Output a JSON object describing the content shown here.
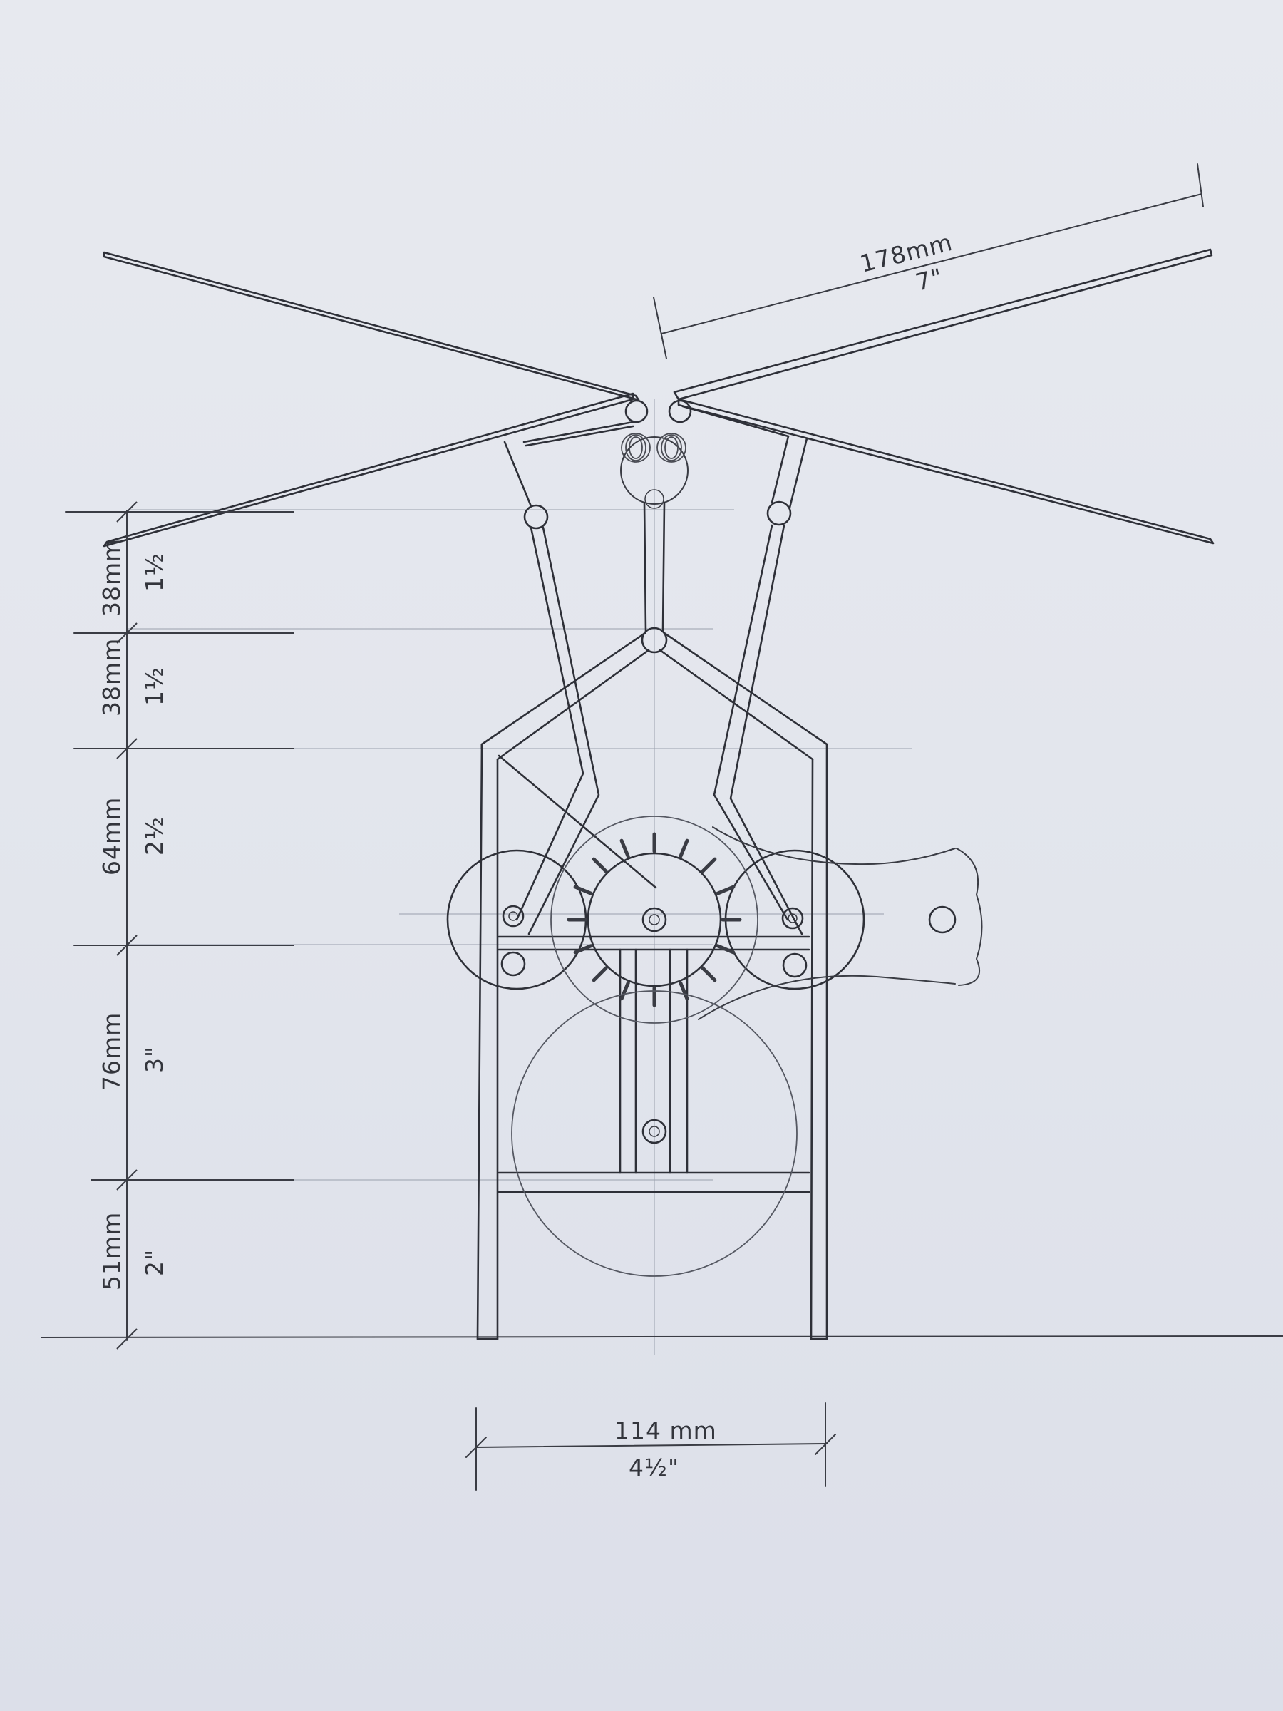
{
  "labels": {
    "arm_mm": "178mm",
    "arm_in": "7\"",
    "base_mm": "114 mm",
    "base_in": "4½\"",
    "dim1_mm": "38mm",
    "dim1_in": "1½",
    "dim2_mm": "38mm",
    "dim2_in": "1½",
    "dim3_mm": "64mm",
    "dim3_in": "2½",
    "dim4_mm": "76mm",
    "dim4_in": "3\"",
    "dim5_mm": "51mm",
    "dim5_in": "2\""
  }
}
